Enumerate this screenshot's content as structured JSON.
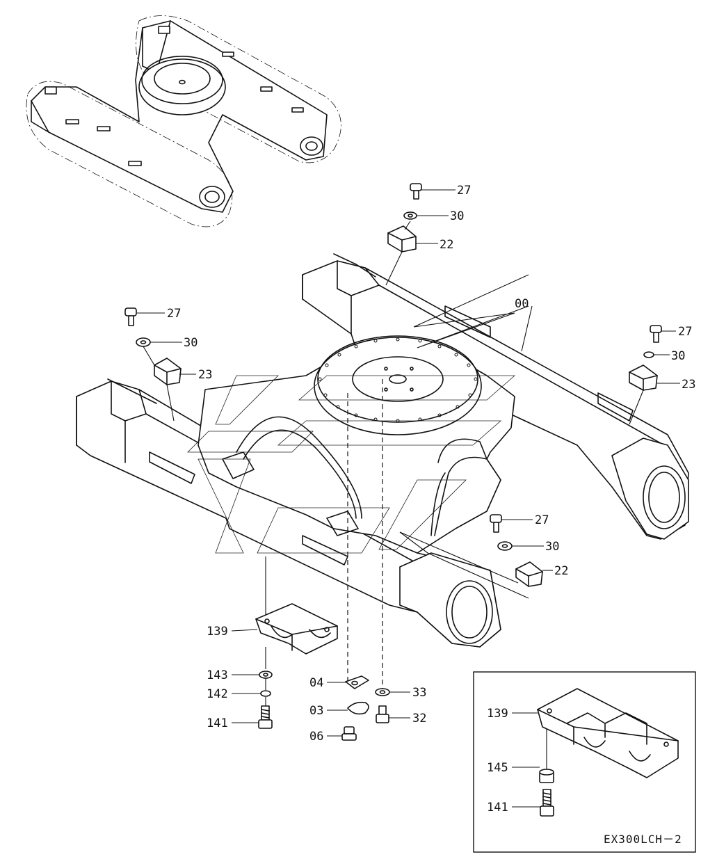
{
  "labels": {
    "p27a": "27",
    "p30a": "30",
    "p22a": "22",
    "p00": "00",
    "p27b": "27",
    "p30b": "30",
    "p23b": "23",
    "p27c": "27",
    "p30c": "30",
    "p23c": "23",
    "p27d": "27",
    "p30d": "30",
    "p22d": "22",
    "p139": "139",
    "p143": "143",
    "p142": "142",
    "p141": "141",
    "p04": "04",
    "p03": "03",
    "p06": "06",
    "p33": "33",
    "p32": "32",
    "inset_139": "139",
    "inset_145": "145",
    "inset_141": "141"
  },
  "caption": "EX300LCH－2"
}
